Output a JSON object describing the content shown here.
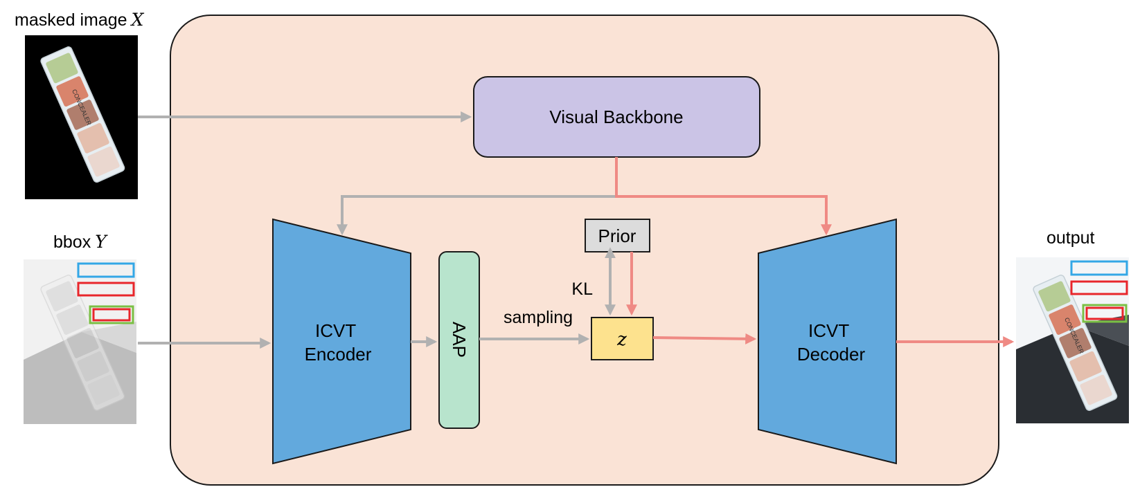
{
  "inputs": {
    "masked_image": {
      "label": "masked image",
      "var": "X"
    },
    "bbox": {
      "label": "bbox",
      "var": "Y"
    }
  },
  "output": {
    "label": "output"
  },
  "product_text": "CONCEALER",
  "blocks": {
    "visual_backbone": "Visual Backbone",
    "encoder": {
      "line1": "ICVT",
      "line2": "Encoder"
    },
    "aap": "AAP",
    "prior": "Prior",
    "z": "z",
    "decoder": {
      "line1": "ICVT",
      "line2": "Decoder"
    }
  },
  "edge_labels": {
    "kl": "KL",
    "sampling": "sampling"
  },
  "colors": {
    "panel_fill": "#fae3d6",
    "backbone_fill": "#cbc4e6",
    "encoder_fill": "#62a9dd",
    "aap_fill": "#b8e4cd",
    "prior_fill": "#dcdcdc",
    "z_fill": "#fde28e",
    "gray_arrow": "#b1b1b1",
    "red_arrow": "#ef8a84",
    "bbox_blue": "#33a7e6",
    "bbox_red": "#e8262b",
    "bbox_green": "#7bbf44"
  }
}
